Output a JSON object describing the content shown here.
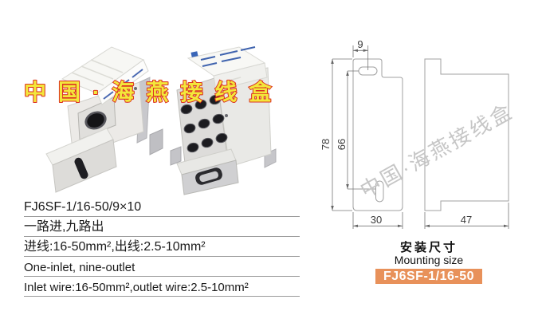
{
  "watermarks": {
    "brand_cn": "中国·海燕接线盒"
  },
  "specs": {
    "model": "FJ6SF-1/16-50/9×10",
    "routes_cn": "一路进,九路出",
    "wires_cn": "进线:16-50mm²,出线:2.5-10mm²",
    "routes_en": "One-inlet, nine-outlet",
    "wires_en": "Inlet wire:16-50mm²,outlet wire:2.5-10mm²"
  },
  "drawing": {
    "dims": {
      "slot_offset": "9",
      "height": "78",
      "hole_span": "66",
      "front_width": "30",
      "side_width": "47"
    }
  },
  "mounting": {
    "title_cn": "安装尺寸",
    "title_en": "Mounting size",
    "model": "FJ6SF-1/16-50"
  },
  "colors": {
    "badge_orange": "#e8915a",
    "watermark_yellow": "#f3e73b",
    "watermark_red": "#dc3222",
    "watermark_gray": "#c6c6c6"
  }
}
